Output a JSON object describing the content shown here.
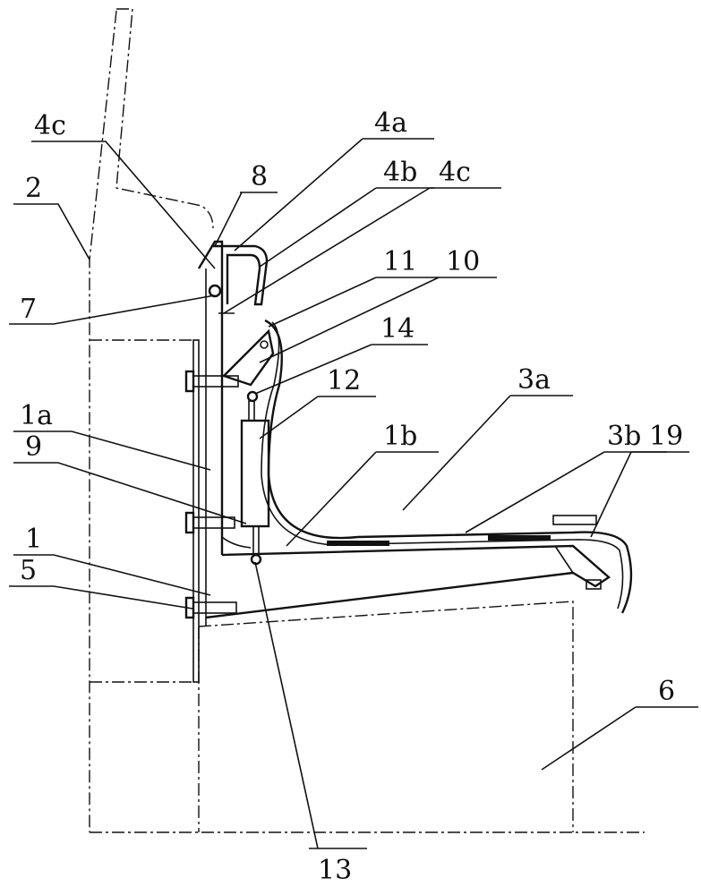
{
  "figure": {
    "labels": [
      {
        "id": "label-4c-left",
        "text": "4c"
      },
      {
        "id": "label-2",
        "text": "2"
      },
      {
        "id": "label-8",
        "text": "8"
      },
      {
        "id": "label-4a",
        "text": "4a"
      },
      {
        "id": "label-4b",
        "text": "4b"
      },
      {
        "id": "label-4c-right",
        "text": "4c"
      },
      {
        "id": "label-11",
        "text": "11"
      },
      {
        "id": "label-10",
        "text": "10"
      },
      {
        "id": "label-7",
        "text": "7"
      },
      {
        "id": "label-14",
        "text": "14"
      },
      {
        "id": "label-12",
        "text": "12"
      },
      {
        "id": "label-3a",
        "text": "3a"
      },
      {
        "id": "label-3b",
        "text": "3b"
      },
      {
        "id": "label-19",
        "text": "19"
      },
      {
        "id": "label-1a",
        "text": "1a"
      },
      {
        "id": "label-1b",
        "text": "1b"
      },
      {
        "id": "label-9",
        "text": "9"
      },
      {
        "id": "label-1",
        "text": "1"
      },
      {
        "id": "label-5",
        "text": "5"
      },
      {
        "id": "label-6",
        "text": "6"
      },
      {
        "id": "label-13",
        "text": "13"
      }
    ]
  }
}
